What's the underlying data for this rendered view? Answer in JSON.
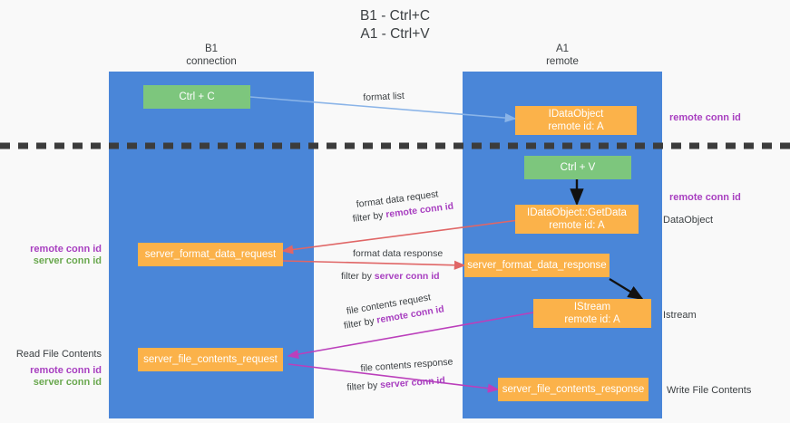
{
  "diagram": {
    "title": "B1 - Ctrl+C\nA1 - Ctrl+V",
    "background": "#f9f9f9",
    "colors": {
      "lane": "#4a86d8",
      "node_green": "#7dc67d",
      "node_orange": "#fbb24a",
      "remote_conn_id": "#a83fc0",
      "server_conn_id": "#6aa84f",
      "divider": "#3c3c3c",
      "arrow_blue": "#8ab4e8",
      "arrow_black": "#000000",
      "arrow_red": "#e06666",
      "arrow_magenta": "#bb3fbb"
    },
    "lanes": [
      {
        "id": "b1",
        "title": "B1\nconnection"
      },
      {
        "id": "a1",
        "title": "A1\nremote"
      }
    ],
    "nodes": [
      {
        "id": "ctrl-c",
        "label": "Ctrl + C",
        "color": "green"
      },
      {
        "id": "idataobject",
        "label": "IDataObject\nremote id: A",
        "color": "orange"
      },
      {
        "id": "ctrl-v",
        "label": "Ctrl + V",
        "color": "green"
      },
      {
        "id": "idataobject-getdata",
        "label": "IDataObject::GetData\nremote id: A",
        "color": "orange"
      },
      {
        "id": "server-format-data-request",
        "label": "server_format_data_request",
        "color": "orange"
      },
      {
        "id": "server-format-data-response",
        "label": "server_format_data_response",
        "color": "orange"
      },
      {
        "id": "istream",
        "label": "IStream\nremote id: A",
        "color": "orange"
      },
      {
        "id": "server-file-contents-request",
        "label": "server_file_contents_request",
        "color": "orange"
      },
      {
        "id": "server-file-contents-response",
        "label": "server_file_contents_response",
        "color": "orange"
      }
    ],
    "edge_labels": {
      "format_list": "format list",
      "format_data_request": "format data request",
      "format_data_request_filter_prefix": "filter by ",
      "format_data_request_filter_key": "remote conn id",
      "format_data_response": "format data response",
      "format_data_response_filter_prefix": "filter by ",
      "format_data_response_filter_key": "server conn id",
      "file_contents_request": "file contents request",
      "file_contents_request_filter_prefix": "filter by ",
      "file_contents_request_filter_key": "remote conn id",
      "file_contents_response": "file contents response",
      "file_contents_response_filter_prefix": "filter by ",
      "file_contents_response_filter_key": "server conn id"
    },
    "annotations": {
      "right_remote_conn_id_top": "remote conn id",
      "right_remote_conn_id_mid": "remote conn id",
      "right_dataobject": "DataObject",
      "right_istream": "Istream",
      "right_write_file_contents": "Write File Contents",
      "left_remote_conn_id": "remote conn id",
      "left_server_conn_id": "server conn id",
      "left_read_file_contents": "Read File Contents",
      "left_remote_conn_id_2": "remote conn id",
      "left_server_conn_id_2": "server conn id"
    }
  }
}
